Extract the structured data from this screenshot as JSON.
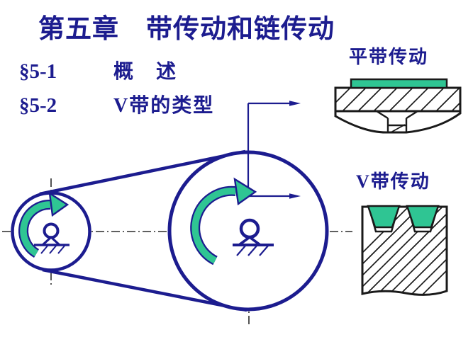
{
  "slide": {
    "title": "第五章　带传动和链传动",
    "outline": [
      {
        "id": "§5-1",
        "label": "概　述"
      },
      {
        "id": "§5-2",
        "label": "V带的类型"
      }
    ],
    "figures": {
      "flat_belt": {
        "label": "平带传动"
      },
      "v_belt": {
        "label": "V带传动"
      }
    },
    "icons": {
      "belt_drive_diagram": "belt-drive-diagram",
      "rotation_arrows": "rotation-arrow-icon",
      "bearing_supports": "bearing-support-icon",
      "center_lines": "center-line",
      "leader_arrows": "leader-arrow"
    },
    "colors": {
      "line_navy": "#1c1c8f",
      "belt_green": "#2fc593",
      "outline_black": "#1a1a1a",
      "centerline_gray": "#2a2a2a",
      "background": "#ffffff"
    }
  }
}
